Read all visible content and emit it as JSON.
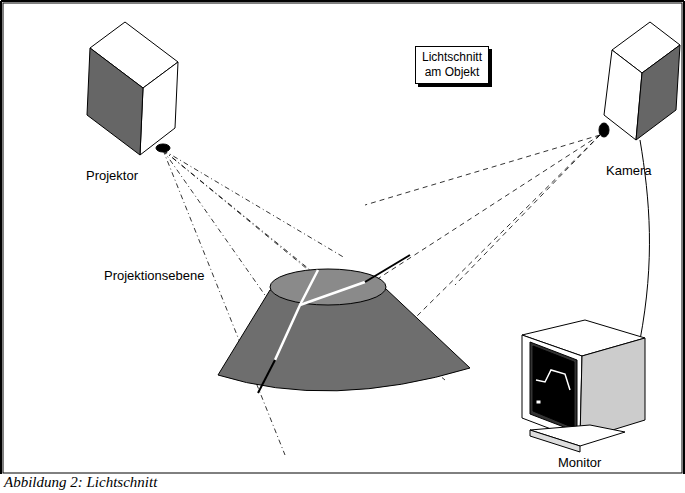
{
  "diagram": {
    "caption": "Abbildung 2: Lichtschnitt",
    "nodes": [
      {
        "text": [
          "Lichtschnitt am Objekt"
        ]
      }
    ],
    "labels": [
      "Projektor",
      "Kamera",
      "Projektionsebene",
      "Monitor"
    ]
  }
}
